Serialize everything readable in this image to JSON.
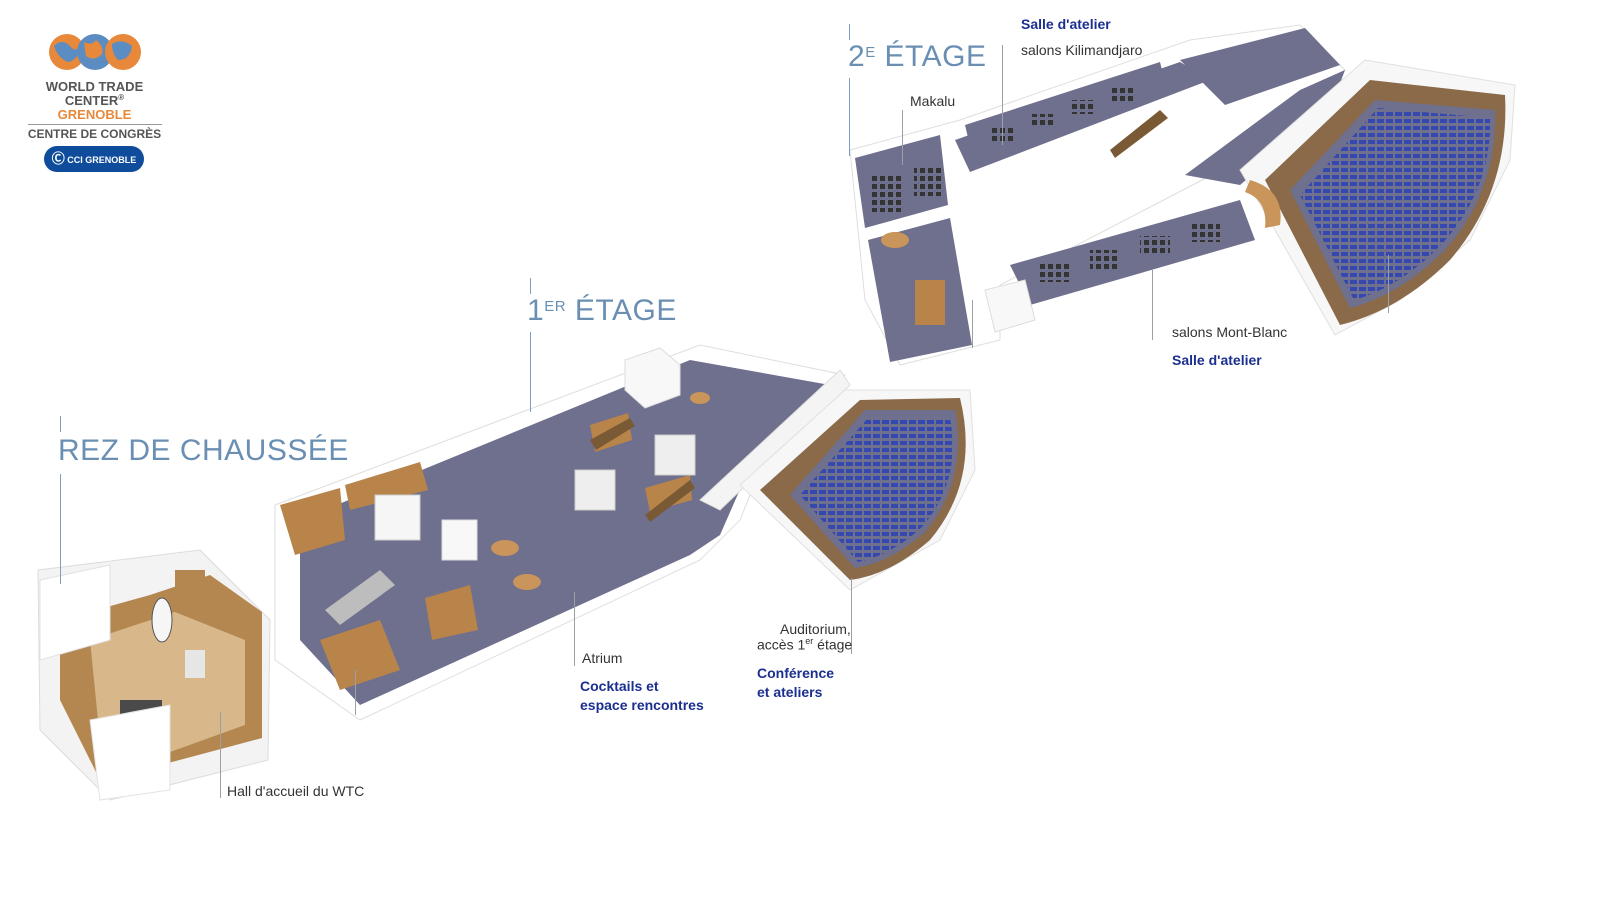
{
  "logo": {
    "line1": "WORLD TRADE",
    "line2": "CENTER",
    "registered": "®",
    "line3": "GRENOBLE",
    "line4": "CENTRE DE CONGRÈS",
    "badge": "CCI GRENOBLE"
  },
  "floors": {
    "ground": {
      "title": "REZ DE CHAUSSÉE"
    },
    "first": {
      "number": "1",
      "suffix": "ER",
      "word": "ÉTAGE"
    },
    "second": {
      "number": "2",
      "suffix": "E",
      "word": "ÉTAGE"
    }
  },
  "labels": {
    "hall": "Hall d'accueil du WTC",
    "atrium": "Atrium",
    "atrium_desc_1": "Cocktails et",
    "atrium_desc_2": "espace rencontres",
    "auditorium_1": "Auditorium,",
    "auditorium_2_a": "accès 1",
    "auditorium_2_sup": "er",
    "auditorium_2_b": " étage",
    "auditorium_desc_1": "Conférence",
    "auditorium_desc_2": "et ateliers",
    "makalu": "Makalu",
    "kilimandjaro": "salons Kilimandjaro",
    "kilimandjaro_desc": "Salle d'atelier",
    "montblanc": "salons Mont-Blanc",
    "montblanc_desc": "Salle d'atelier"
  },
  "colors": {
    "floor": "#6f6f8e",
    "wall": "#f1f1f1",
    "wood": "#b88449",
    "seat": "#3548b0",
    "title": "#6a8fb3",
    "accent_text": "#1a2f8f"
  }
}
